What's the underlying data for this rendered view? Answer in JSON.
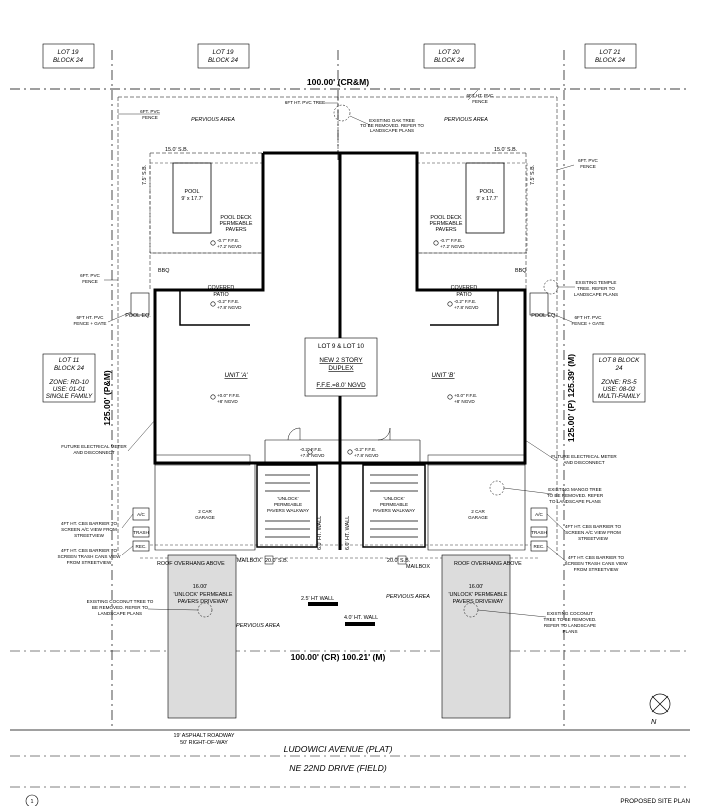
{
  "lots_top": [
    {
      "lot": "LOT 19",
      "block": "BLOCK 24"
    },
    {
      "lot": "LOT 19",
      "block": "BLOCK 24"
    },
    {
      "lot": "LOT 20",
      "block": "BLOCK 24"
    },
    {
      "lot": "LOT 21",
      "block": "BLOCK 24"
    }
  ],
  "dims": {
    "top": "100.00' (CR&M)",
    "bottom": "100.00' (CR) 100.21' (M)",
    "left": "125.00' (P&M)",
    "right": "125.00' (P) 125.39' (M)"
  },
  "lot_left": {
    "l1": "LOT 11",
    "l2": "BLOCK 24",
    "l3": "ZONE: RD-10",
    "l4": "USE: 01-01",
    "l5": "SINGLE FAMILY"
  },
  "lot_right": {
    "l1": "LOT 8 BLOCK",
    "l2": "24",
    "l3": "ZONE: RS-5",
    "l4": "USE: 08-02",
    "l5": "MULTI-FAMILY"
  },
  "center": {
    "lots": "LOT 9 & LOT 10",
    "l1": "NEW 2 STORY",
    "l2": "DUPLEX",
    "ffe": "F.F.E.=8.0' NGVD"
  },
  "units": {
    "a": "UNIT 'A'",
    "b": "UNIT 'B'"
  },
  "labels": {
    "pervious": "PERVIOUS AREA",
    "sb15": "15.0' S.B.",
    "sb75": "7.5' S.B.",
    "pool": "POOL",
    "pool_size": "9' x 17.7'",
    "pool_deck": "POOL DECK",
    "permeable": "PERMEABLE",
    "pavers": "PAVERS",
    "bbq": "BBQ",
    "covered": "COVERED",
    "patio": "PATIO",
    "pool_eq": "POOL EQ.",
    "ffe_a": "-0.2\" F.F.E.",
    "ngvd78": "+7.8' NGVD",
    "ngvd72": "+7.2' NGVD",
    "ffe_b": "-0.7\" F.F.E.",
    "ffe_unit": "+0.0\" F.F.E.",
    "ngvd80": "+8' NGVD",
    "garage1": "2 CAR",
    "garage2": "GARAGE",
    "unlock": "'UNLOCK'",
    "walkway1": "PERMEABLE",
    "walkway2": "PAVERS WALKWAY",
    "driveway1": "'UNLOCK' PERMEABLE",
    "driveway2": "PAVERS DRIVEWAY",
    "wall6": "6.0' HT. WALL",
    "wall25": "2.5' HT WALL",
    "wall40": "4.0' HT. WALL",
    "sb20": "20.0' S.B.",
    "mailbox": "MAILBOX",
    "roof_overhang": "ROOF OVERHANG ABOVE",
    "ac": "A/C",
    "trash": "TRASH",
    "rec": "REC.",
    "dim16": "16.00'",
    "fence6_1": "6FT HT. PVC TREE",
    "fence_pvc": "6FT. PVC",
    "fence_word": "FENCE",
    "fence_gate1": "6FT HT. PVC",
    "fence_gate2": "FENCE + GATE",
    "oak1": "EXISTING OAK TREE",
    "oak2": "TO BE REMOVED. REFER TO",
    "oak3": "LANDSCAPE PLANS",
    "temple1": "EXISTING TEMPLE",
    "temple2": "TREE. REFER TO",
    "temple3": "LANDSCAPE PLANS",
    "elec1": "FUTURE ELECTRICAL METER",
    "elec2": "AND DISCONNECT",
    "mango1": "EXISTING MANGO TREE",
    "mango2": "TO BE REMOVED. REFER",
    "mango3": "TO LANDSCAPE PLANS",
    "cbs1": "4FT HT. CBS BARRIER TO",
    "cbs2": "SCREEN A/C VIEW FROM",
    "cbs3": "STREETVIEW",
    "cbs4": "SCREEN TRASH CANS VIEW",
    "cbs5": "FROM STREETVIEW",
    "coco_l1": "EXISTING COCONUT TREE TO",
    "coco_l2": "BE REMOVED. REFER TO",
    "coco_l3": "LANDSCAPE PLANS",
    "coco_r1": "EXISTING COCONUT",
    "coco_r2": "TREE TO BE REMOVED.",
    "coco_r3": "REFER TO LANDSCAPE",
    "coco_r4": "PLANS"
  },
  "road": {
    "asphalt": "19' ASPHALT ROADWAY",
    "row": "50' RIGHT-OF-WAY",
    "plat": "LUDOWICI AVENUE (PLAT)",
    "field": "NE 22ND DRIVE (FIELD)"
  },
  "north": "N",
  "footer": {
    "sheet_num": "1",
    "title": "PROPOSED SITE PLAN"
  }
}
